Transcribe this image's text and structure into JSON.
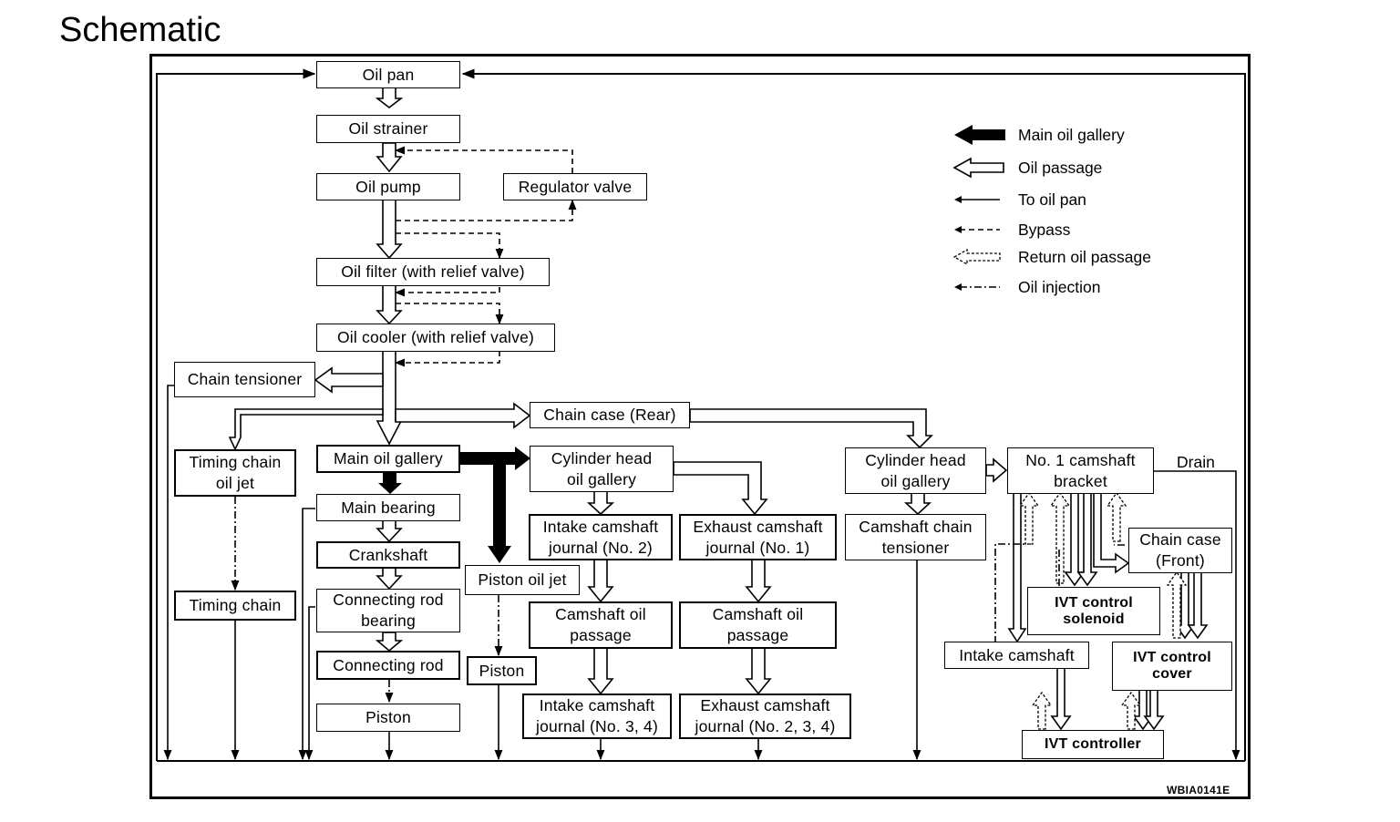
{
  "title": "Schematic",
  "nodes": {
    "oil_pan": "Oil pan",
    "oil_strainer": "Oil strainer",
    "oil_pump": "Oil pump",
    "regulator_valve": "Regulator valve",
    "oil_filter": "Oil filter (with relief valve)",
    "oil_cooler": "Oil cooler (with relief valve)",
    "chain_tensioner": "Chain tensioner",
    "chain_case_rear": "Chain case (Rear)",
    "timing_chain_oil_jet": "Timing chain\noil jet",
    "timing_chain": "Timing chain",
    "main_oil_gallery": "Main oil gallery",
    "main_bearing": "Main bearing",
    "crankshaft": "Crankshaft",
    "connecting_rod_bearing": "Connecting rod\nbearing",
    "connecting_rod": "Connecting rod",
    "piston": "Piston",
    "piston_oil_jet": "Piston oil jet",
    "piston_2": "Piston",
    "cyl_head_gallery_1": "Cylinder head\noil gallery",
    "intake_journal_2": "Intake camshaft\njournal (No. 2)",
    "exhaust_journal_1": "Exhaust camshaft\njournal (No. 1)",
    "camshaft_oil_passage_1": "Camshaft oil\npassage",
    "camshaft_oil_passage_2": "Camshaft oil\npassage",
    "intake_journal_34": "Intake camshaft\njournal (No. 3, 4)",
    "exhaust_journal_234": "Exhaust camshaft\njournal (No. 2, 3, 4)",
    "cyl_head_gallery_2": "Cylinder head\noil gallery",
    "camshaft_chain_tensioner": "Camshaft chain\ntensioner",
    "no1_camshaft_bracket": "No. 1 camshaft\nbracket",
    "chain_case_front": "Chain case\n(Front)",
    "ivt_control_solenoid": "IVT control\nsolenoid",
    "intake_camshaft": "Intake camshaft",
    "ivt_control_cover": "IVT control\ncover",
    "ivt_controller": "IVT controller"
  },
  "drain_label": "Drain",
  "legend": [
    {
      "icon": "solid-thick-arrow",
      "label": "Main oil gallery"
    },
    {
      "icon": "hollow-arrow",
      "label": "Oil passage"
    },
    {
      "icon": "thin-arrow",
      "label": "To oil pan"
    },
    {
      "icon": "dashed-arrow",
      "label": "Bypass"
    },
    {
      "icon": "hollow-dotted-arrow",
      "label": "Return oil passage"
    },
    {
      "icon": "dash-dot-arrow",
      "label": "Oil injection"
    }
  ],
  "figure_code": "WBIA0141E"
}
